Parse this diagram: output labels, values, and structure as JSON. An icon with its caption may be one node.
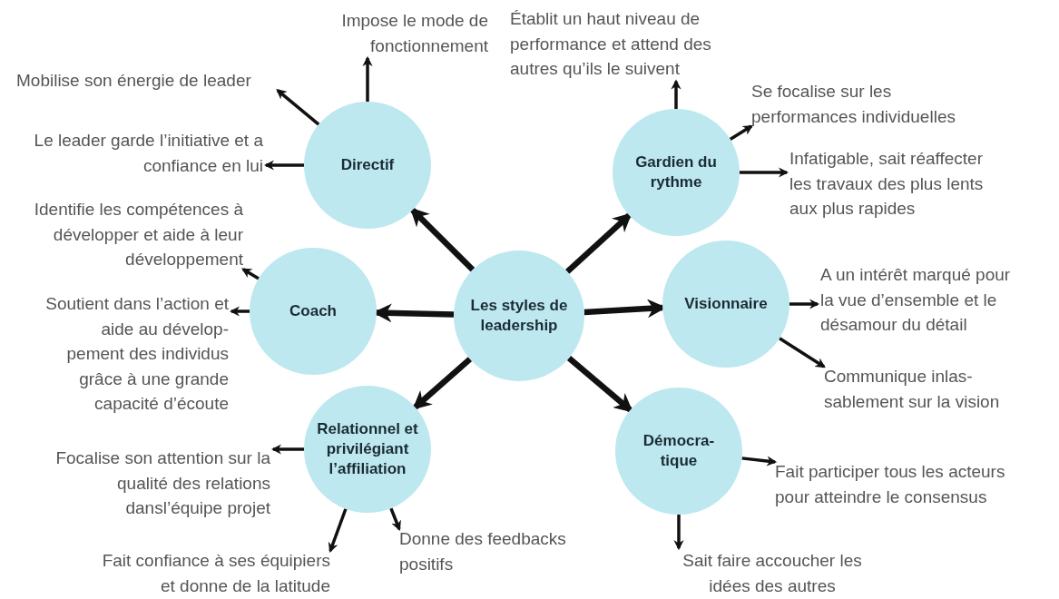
{
  "diagram": {
    "nodes": [
      {
        "text": [
          "Les styles de leadership"
        ]
      },
      {
        "text": [
          "Directif"
        ]
      },
      {
        "text": [
          "Gardien du rythme"
        ]
      },
      {
        "text": [
          "Coach"
        ]
      },
      {
        "text": [
          "Visionnaire"
        ]
      },
      {
        "text": [
          "Relationnel et privilégiant l’affiliation"
        ]
      },
      {
        "text": [
          "Démocra- tique"
        ]
      },
      {
        "text": [
          "Impose le mode de fonctionnement"
        ]
      },
      {
        "text": [
          "Mobilise son énergie de leader"
        ]
      },
      {
        "text": [
          "Le leader garde l’initiative et a confiance en lui"
        ]
      },
      {
        "text": [
          "Établit un haut niveau de performance et attend des autres qu’ils le suivent"
        ]
      },
      {
        "text": [
          "Se focalise sur les performances individuelles"
        ]
      },
      {
        "text": [
          "Infatigable, sait réaffecter les travaux des plus lents aux plus rapides"
        ]
      },
      {
        "text": [
          "Identifie les compétences à développer et aide à leur développement"
        ]
      },
      {
        "text": [
          "Soutient dans l’action et aide au dévelop- pement des individus grâce à une grande capacité d’écoute"
        ]
      },
      {
        "text": [
          "A un intérêt marqué pour la vue d’ensemble et le désamour du détail"
        ]
      },
      {
        "text": [
          "Communique inlas- sablement sur la vision"
        ]
      },
      {
        "text": [
          "Focalise son attention sur la qualité des relations dansl’équipe projet"
        ]
      },
      {
        "text": [
          "Fait confiance à ses équipiers et donne de la latitude"
        ]
      },
      {
        "text": [
          "Donne des feedbacks positifs"
        ]
      },
      {
        "text": [
          "Fait participer tous les acteurs pour atteindre le consensus"
        ]
      },
      {
        "text": [
          "Sait faire accoucher les idées des autres"
        ]
      }
    ],
    "edges": [
      {
        "from": 0,
        "to": 1,
        "arrow": "to",
        "style": "thick"
      },
      {
        "from": 0,
        "to": 2,
        "arrow": "to",
        "style": "thick"
      },
      {
        "from": 0,
        "to": 3,
        "arrow": "to",
        "style": "thick"
      },
      {
        "from": 0,
        "to": 4,
        "arrow": "to",
        "style": "thick"
      },
      {
        "from": 0,
        "to": 5,
        "arrow": "to",
        "style": "thick"
      },
      {
        "from": 0,
        "to": 6,
        "arrow": "to",
        "style": "thick"
      },
      {
        "from": 1,
        "to": 7,
        "arrow": "to"
      },
      {
        "from": 1,
        "to": 8,
        "arrow": "to"
      },
      {
        "from": 1,
        "to": 9,
        "arrow": "to"
      },
      {
        "from": 2,
        "to": 10,
        "arrow": "to"
      },
      {
        "from": 2,
        "to": 11,
        "arrow": "to"
      },
      {
        "from": 2,
        "to": 12,
        "arrow": "to"
      },
      {
        "from": 3,
        "to": 13,
        "arrow": "to"
      },
      {
        "from": 3,
        "to": 14,
        "arrow": "to"
      },
      {
        "from": 4,
        "to": 15,
        "arrow": "to"
      },
      {
        "from": 4,
        "to": 16,
        "arrow": "to"
      },
      {
        "from": 5,
        "to": 17,
        "arrow": "to"
      },
      {
        "from": 5,
        "to": 18,
        "arrow": "to"
      },
      {
        "from": 5,
        "to": 19,
        "arrow": "to"
      },
      {
        "from": 6,
        "to": 20,
        "arrow": "to"
      },
      {
        "from": 6,
        "to": 21,
        "arrow": "to"
      }
    ]
  }
}
